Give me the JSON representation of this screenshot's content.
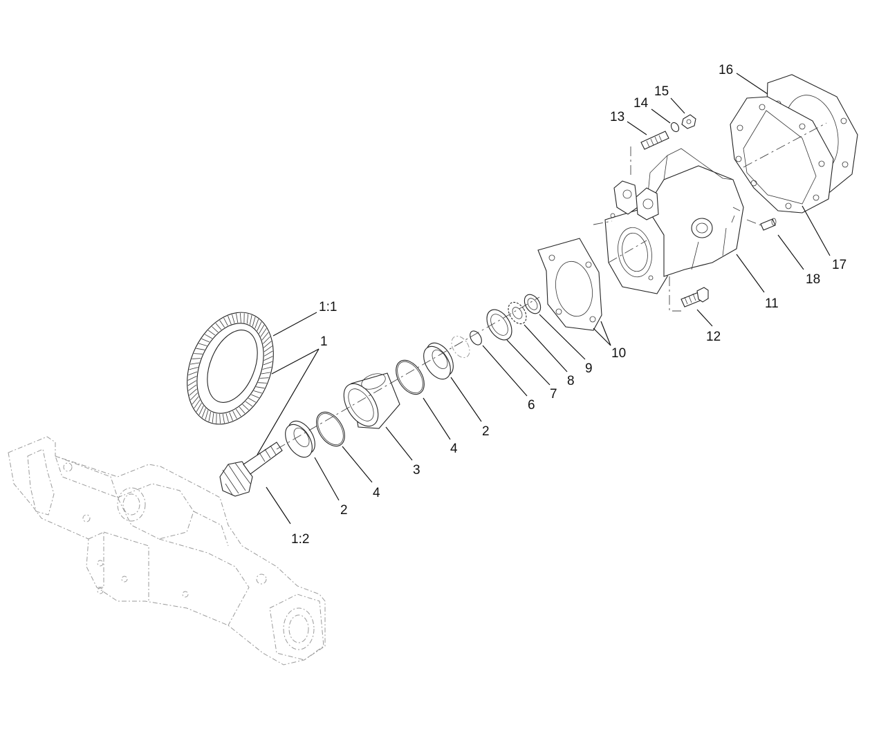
{
  "callouts": {
    "c1_1": "1:1",
    "c1": "1",
    "c1_2": "1:2",
    "c2a": "2",
    "c4a": "4",
    "c3": "3",
    "c4b": "4",
    "c2b": "2",
    "c6": "6",
    "c7": "7",
    "c8": "8",
    "c9": "9",
    "c10": "10",
    "c11": "11",
    "c12": "12",
    "c13": "13",
    "c14": "14",
    "c15": "15",
    "c16": "16",
    "c17": "17",
    "c18": "18"
  }
}
